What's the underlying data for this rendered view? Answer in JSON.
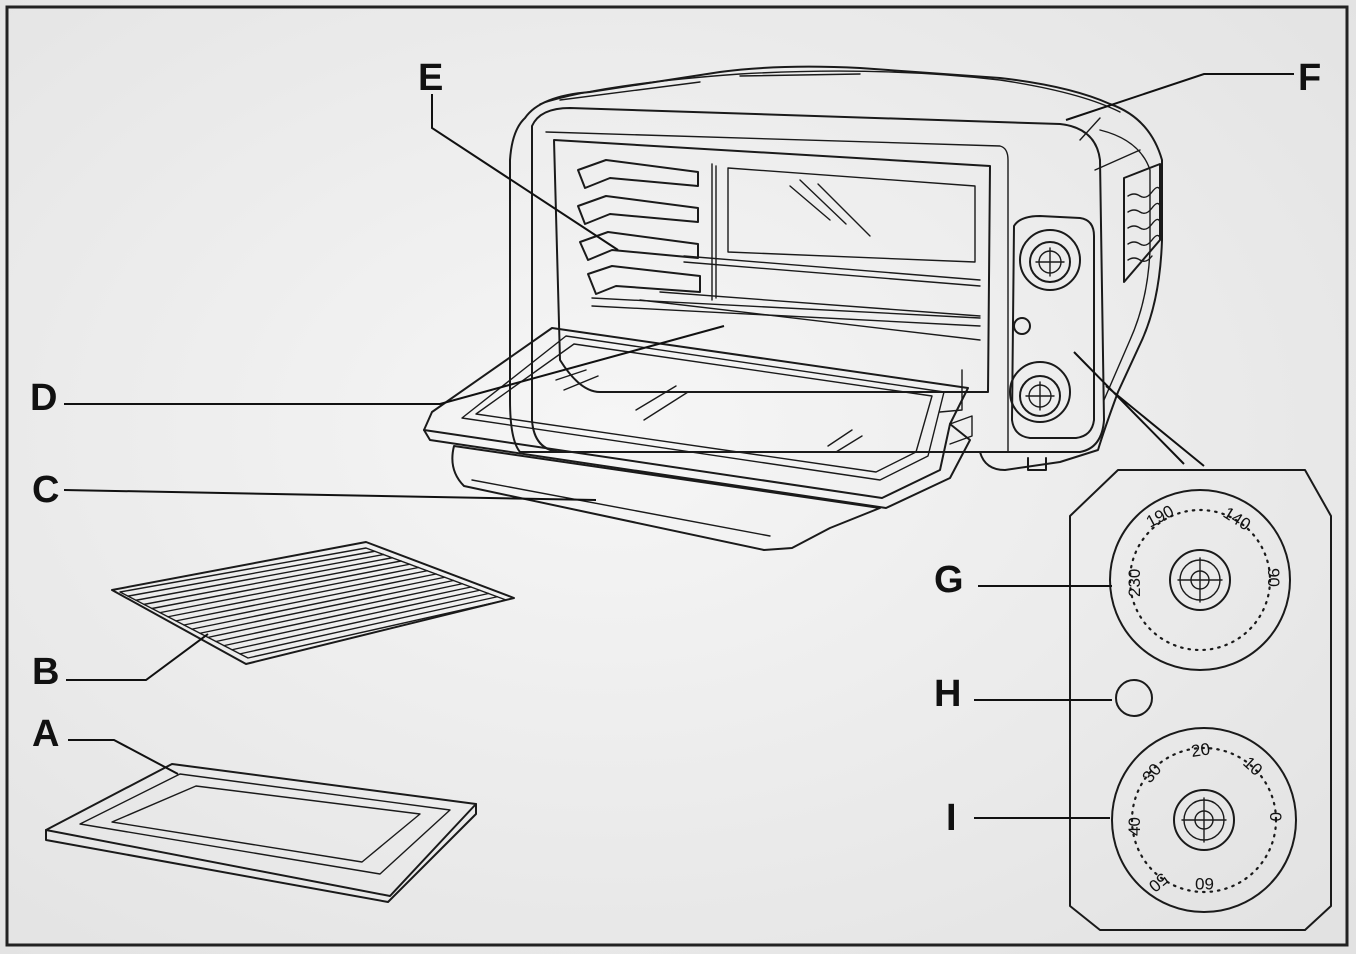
{
  "labels": {
    "A": "A",
    "B": "B",
    "C": "C",
    "D": "D",
    "E": "E",
    "F": "F",
    "G": "G",
    "H": "H",
    "I": "I"
  },
  "temperature_dial": {
    "marks": [
      "230",
      "190",
      "140",
      "90"
    ]
  },
  "timer_dial": {
    "marks": [
      "40",
      "30",
      "20",
      "10",
      "0",
      "60",
      "50"
    ]
  },
  "colors": {
    "background": "#e9e9e9",
    "line": "#1a1a1a",
    "appliance_fill": "#f4f4f4",
    "border": "#222222"
  }
}
